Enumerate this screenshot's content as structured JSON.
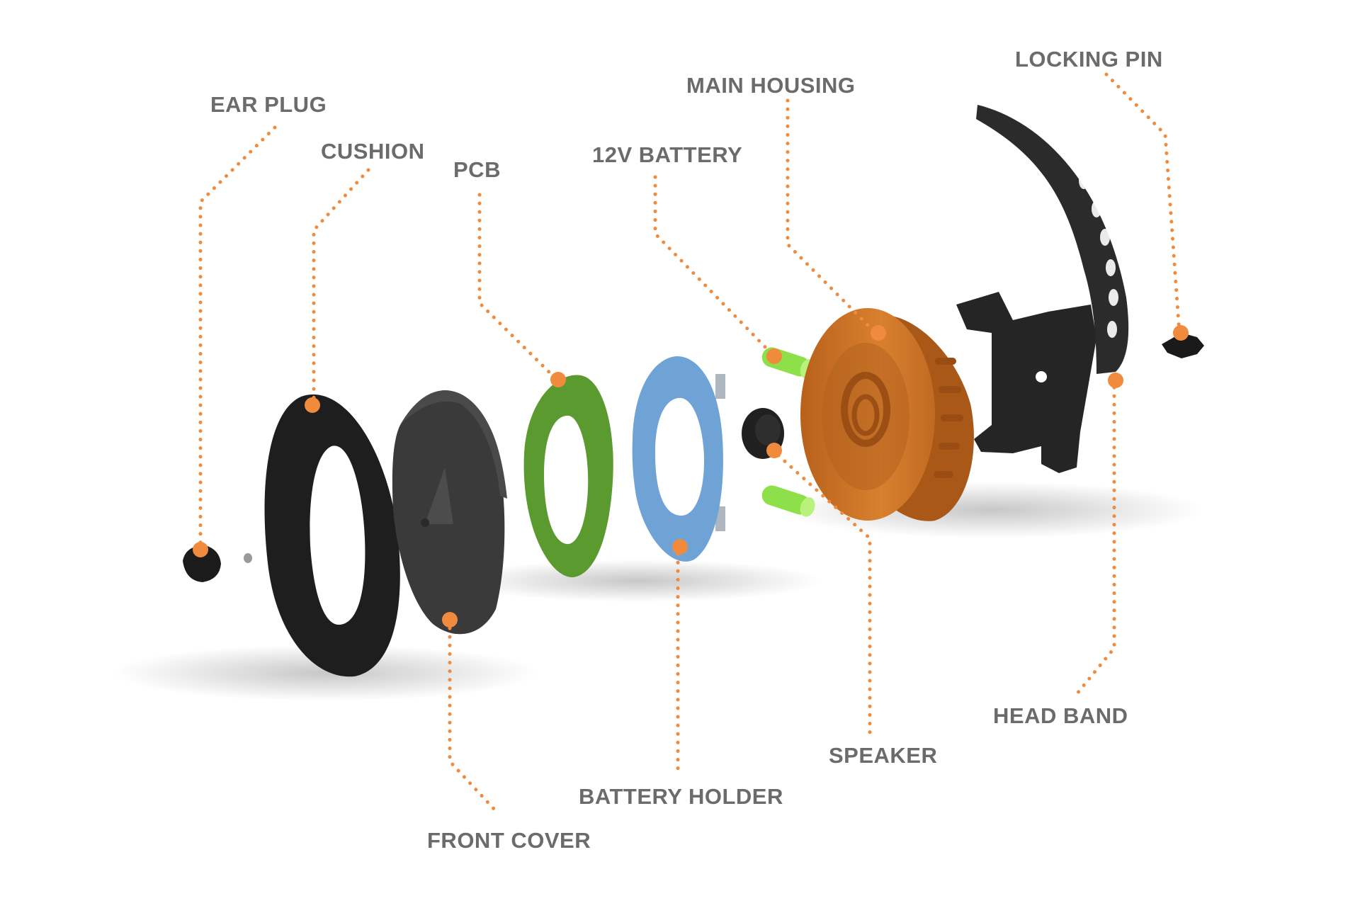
{
  "colors": {
    "accent": "#f08a3c",
    "label_text": "#6b6b6b",
    "rubber": "#1e1e1e",
    "front_cover": "#3a3a3a",
    "pcb": "#5a9a2e",
    "battery_holder": "#6fa3d6",
    "battery": "#8ee04a",
    "housing": "#cd7325",
    "head_band": "#2b2b2b"
  },
  "labels": {
    "ear_plug": "EAR PLUG",
    "cushion": "CUSHION",
    "pcb": "PCB",
    "battery_12v": "12V BATTERY",
    "main_housing": "MAIN HOUSING",
    "locking_pin": "LOCKING PIN",
    "front_cover": "FRONT COVER",
    "battery_holder": "BATTERY HOLDER",
    "speaker": "SPEAKER",
    "head_band": "HEAD BAND"
  }
}
